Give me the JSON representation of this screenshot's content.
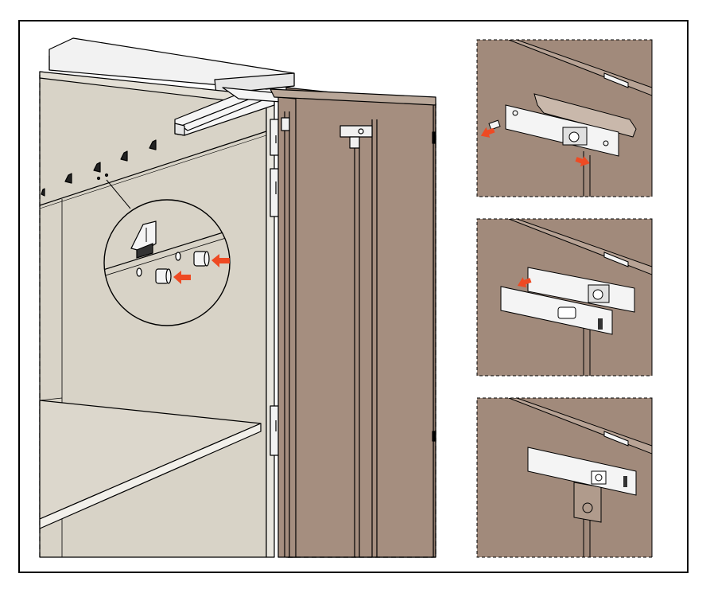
{
  "illustration": {
    "main_view": "open-cabinet-with-folding-door",
    "callout": "shelf-pin-insertion",
    "detail_steps": [
      "mount-hinge-plate",
      "attach-cover-plate",
      "finished-cover"
    ]
  },
  "colors": {
    "cabinet_panel": "#d8d3c7",
    "door_panel": "#a58e7f",
    "door_edge": "#8f7a6c",
    "detail_background": "#a18a7b",
    "arrow": "#ee4a23",
    "outline": "#000000",
    "plate": "#f4f4f4"
  }
}
